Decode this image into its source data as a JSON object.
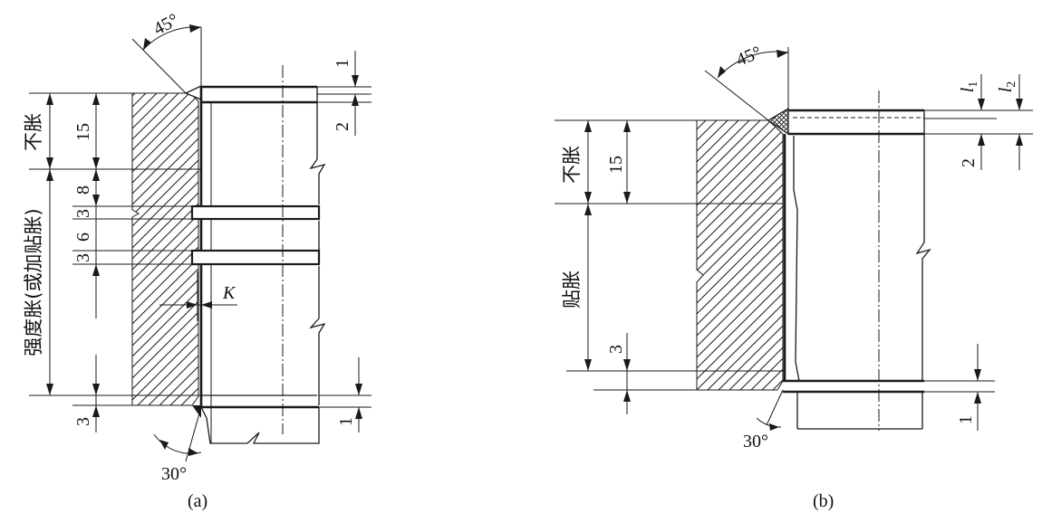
{
  "panel_a": {
    "caption": "(a)",
    "angle_top": "45°",
    "angle_bottom": "30°",
    "k_label": "K",
    "dim_15": "15",
    "dim_8": "8",
    "dim_3_upper": "3",
    "dim_6": "6",
    "dim_3_middle": "3",
    "dim_3_bottom": "3",
    "dim_1_top": "1",
    "dim_2": "2",
    "dim_1_bottom": "1",
    "zone_no_expand": "不胀",
    "zone_strength": "强度胀(或加贴胀)"
  },
  "panel_b": {
    "caption": "(b)",
    "angle_top": "45°",
    "angle_bottom": "30°",
    "dim_15": "15",
    "dim_3": "3",
    "dim_2": "2",
    "dim_1": "1",
    "l1_main": "l",
    "l1_sub": "1",
    "l2_main": "l",
    "l2_sub": "2",
    "zone_no_expand": "不胀",
    "zone_stick": "贴胀"
  }
}
